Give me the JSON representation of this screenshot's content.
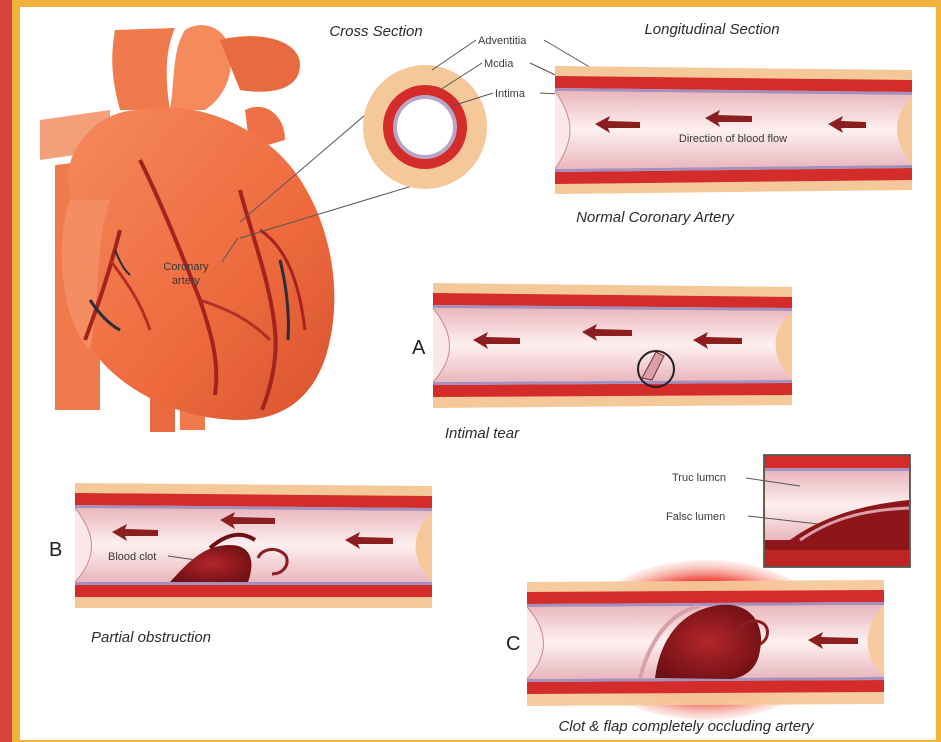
{
  "labels": {
    "cross_section": "Cross Section",
    "longitudinal_section": "Longitudinal Section",
    "adventitia": "Adventitia",
    "media": "Mcdia",
    "intima": "Intima",
    "direction": "Direction of blood flow",
    "normal": "Normal Coronary Artery",
    "coronary_artery_line1": "Coronary",
    "coronary_artery_line2": "artery",
    "letter_a": "A",
    "intimal_tear": "Intimal tear",
    "letter_b": "B",
    "blood_clot": "Blood clot",
    "partial": "Partial obstruction",
    "true_lumen": "Truc lumcn",
    "false_lumen": "Falsc lumen",
    "letter_c": "C",
    "clot_flap": "Clot & flap completely occluding artery"
  },
  "colors": {
    "border_outer": "#d9443a",
    "border_inner": "#f2b33d",
    "artery_red": "#d42b2b",
    "adventitia": "#f5c89a",
    "lumen": "#f7d6d6",
    "arrow": "#8b1e1e",
    "heart": "#f0794a"
  }
}
